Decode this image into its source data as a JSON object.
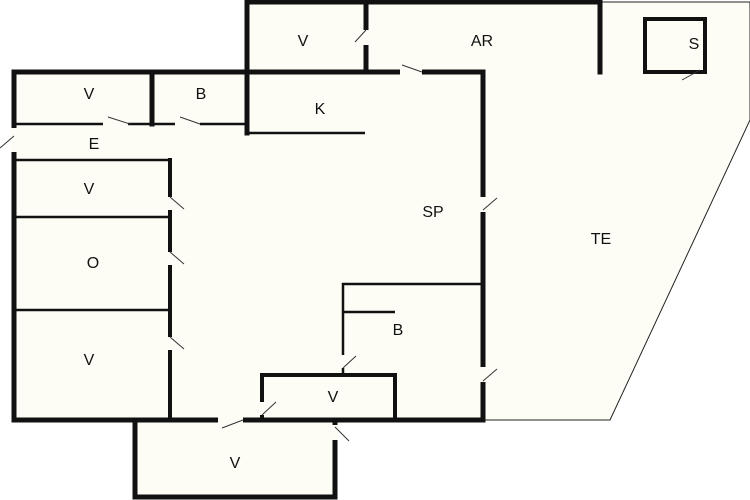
{
  "plan": {
    "fill_color": "#fdfdf6",
    "wall_color": "#111111",
    "rooms": [
      {
        "id": "v-top",
        "label": "V"
      },
      {
        "id": "ar",
        "label": "AR"
      },
      {
        "id": "s",
        "label": "S"
      },
      {
        "id": "v-left-top",
        "label": "V"
      },
      {
        "id": "b-top",
        "label": "B"
      },
      {
        "id": "k",
        "label": "K"
      },
      {
        "id": "e",
        "label": "E"
      },
      {
        "id": "v-left-mid",
        "label": "V"
      },
      {
        "id": "sp",
        "label": "SP"
      },
      {
        "id": "te",
        "label": "TE"
      },
      {
        "id": "o",
        "label": "O"
      },
      {
        "id": "b-right",
        "label": "B"
      },
      {
        "id": "v-left-bottom",
        "label": "V"
      },
      {
        "id": "v-small",
        "label": "V"
      },
      {
        "id": "v-bottom",
        "label": "V"
      }
    ]
  }
}
